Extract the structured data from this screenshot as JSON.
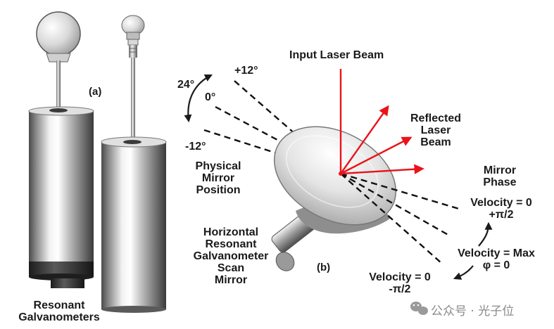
{
  "panel_a": {
    "label": "(a)",
    "caption_line1": "Resonant",
    "caption_line2": "Galvanometers"
  },
  "panel_b": {
    "label": "(b)",
    "input_beam": "Input Laser Beam",
    "reflected_line1": "Reflected",
    "reflected_line2": "Laser",
    "reflected_line3": "Beam",
    "angle_span": "24°",
    "angle_plus": "+12°",
    "angle_zero": "0°",
    "angle_minus": "-12°",
    "physical_line1": "Physical",
    "physical_line2": "Mirror",
    "physical_line3": "Position",
    "scanner_line1": "Horizontal",
    "scanner_line2": "Resonant",
    "scanner_line3": "Galvanometer",
    "scanner_line4": "Scan",
    "scanner_line5": "Mirror",
    "phase_line1": "Mirror",
    "phase_line2": "Phase",
    "vel_zero_top_line1": "Velocity = 0",
    "vel_zero_top_line2": "+π/2",
    "vel_max_line1": "Velocity = Max",
    "vel_max_line2": "φ = 0",
    "vel_zero_bottom_line1": "Velocity = 0",
    "vel_zero_bottom_line2": "-π/2"
  },
  "watermark": {
    "text": "公众号 · 光子位",
    "icon": "wechat-icon"
  },
  "colors": {
    "laser": "#e8141b",
    "text": "#1a1a1a",
    "dashed": "#111111"
  }
}
